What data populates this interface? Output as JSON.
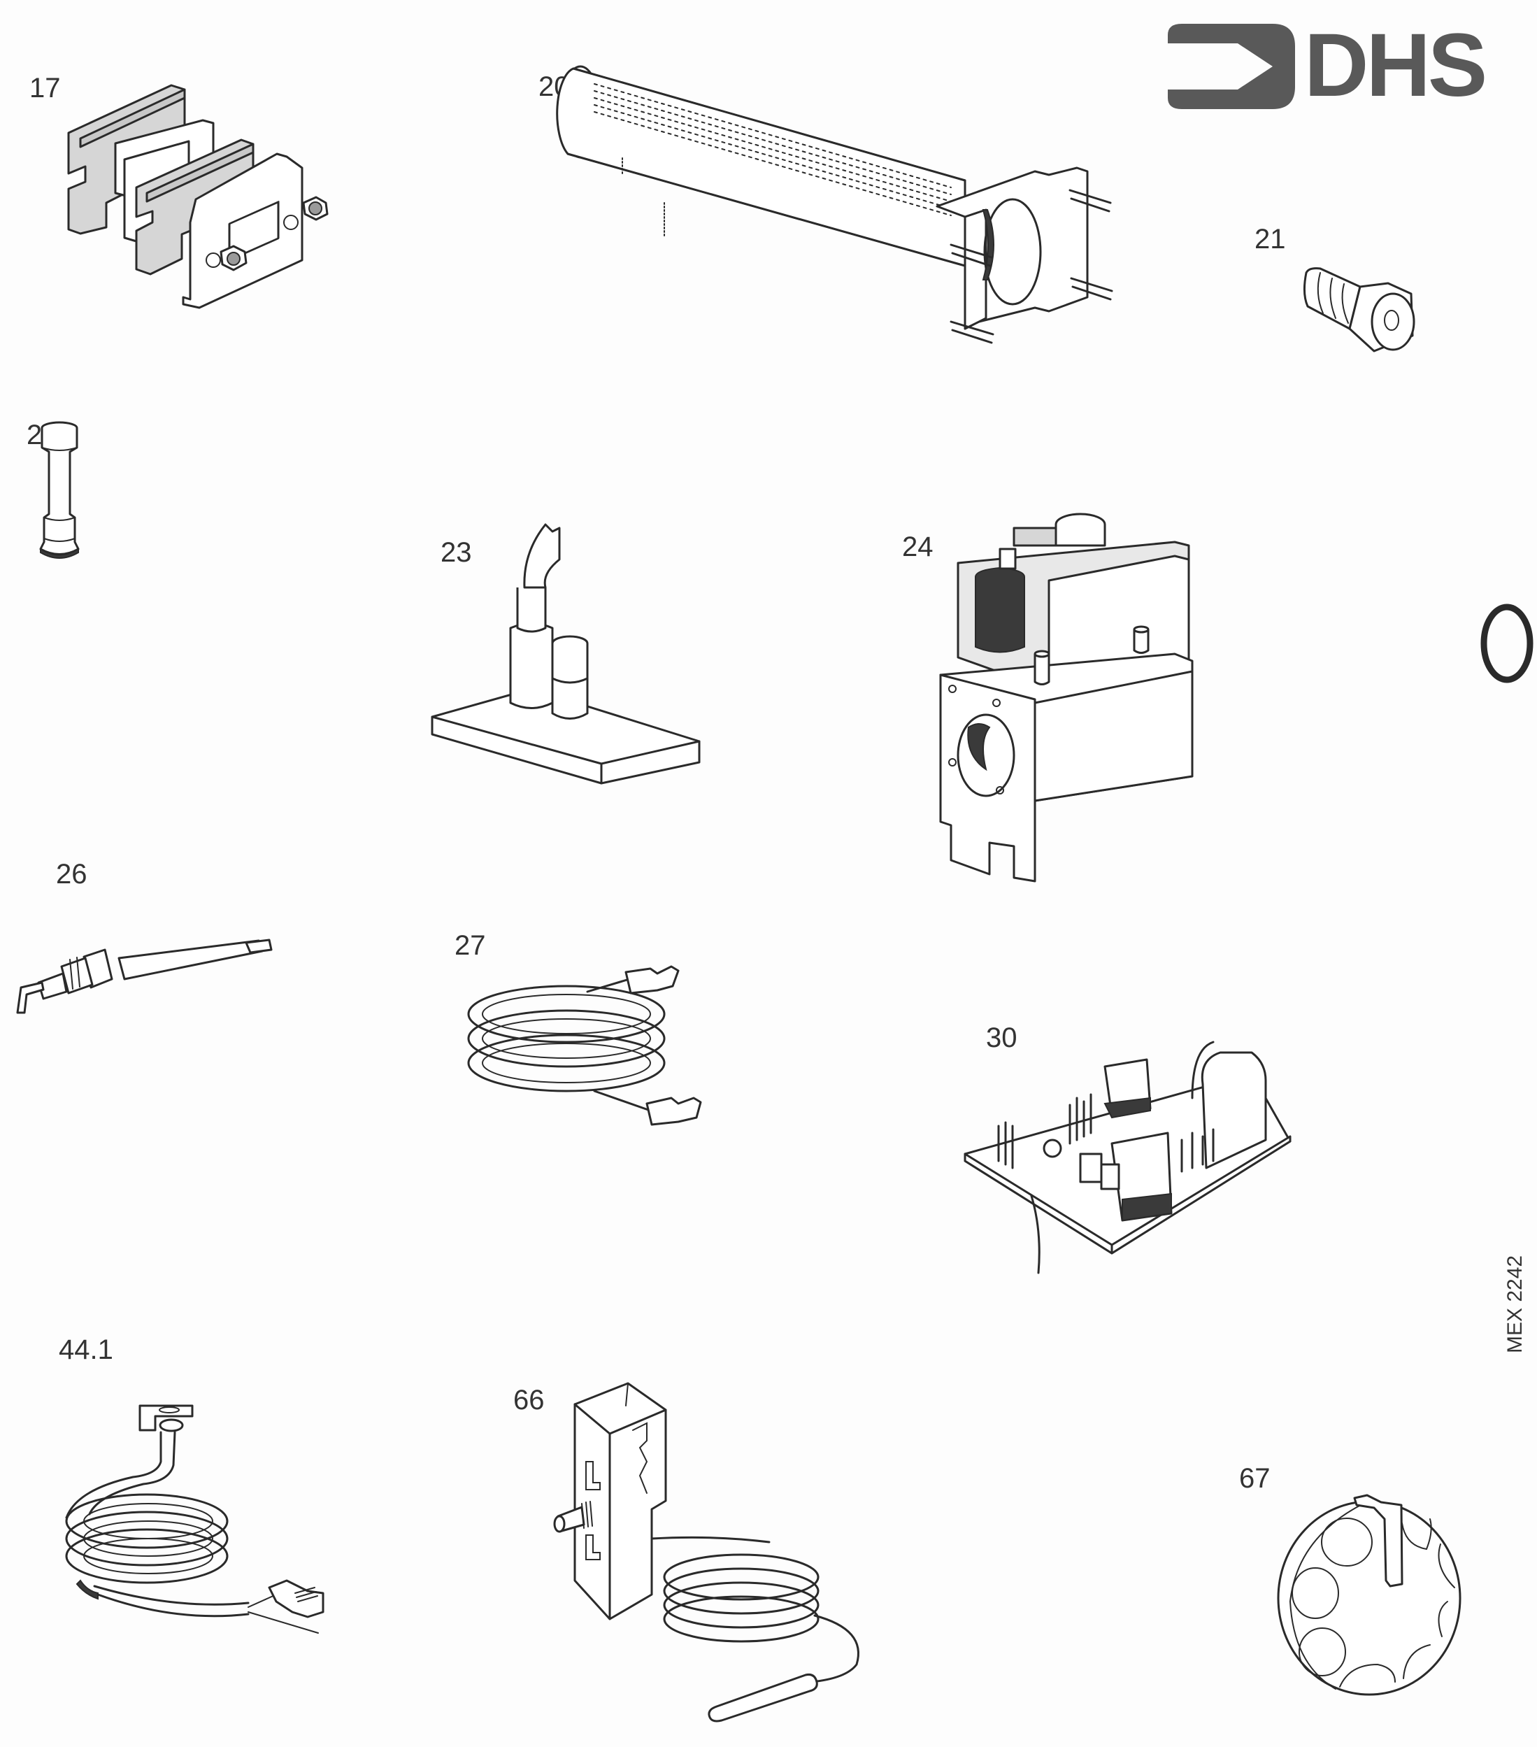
{
  "document": {
    "type": "spare-parts-illustration",
    "brand": {
      "logo_text": "DHS",
      "logo_icon": "arrow-bracket-icon",
      "logo_color": "#595959"
    },
    "reference_code": "MEX 2242"
  },
  "parts": [
    {
      "id": "17",
      "label": "17",
      "description_icon": "gasket-plate-assembly-icon"
    },
    {
      "id": "20",
      "label": "20",
      "description_icon": "burner-tube-icon"
    },
    {
      "id": "21",
      "label": "21",
      "description_icon": "injector-nozzle-icon"
    },
    {
      "id": "22",
      "label": "22",
      "description_icon": "pilot-injector-icon"
    },
    {
      "id": "23",
      "label": "23",
      "description_icon": "pilot-burner-icon"
    },
    {
      "id": "24",
      "label": "24",
      "description_icon": "gas-valve-with-oring-icon"
    },
    {
      "id": "26",
      "label": "26",
      "description_icon": "ignition-electrode-icon"
    },
    {
      "id": "27",
      "label": "27",
      "description_icon": "ignition-lead-cable-icon"
    },
    {
      "id": "30",
      "label": "30",
      "description_icon": "control-pcb-icon"
    },
    {
      "id": "44.1",
      "label": "44.1",
      "description_icon": "sensor-cable-with-connector-icon"
    },
    {
      "id": "66",
      "label": "66",
      "description_icon": "capillary-thermostat-icon"
    },
    {
      "id": "67",
      "label": "67",
      "description_icon": "control-knob-icon"
    }
  ],
  "colors": {
    "ink": "#2a2a2a",
    "shade": "#d6d6d6",
    "dark_fill": "#3a3a3a",
    "paper": "#fdfdfd"
  }
}
